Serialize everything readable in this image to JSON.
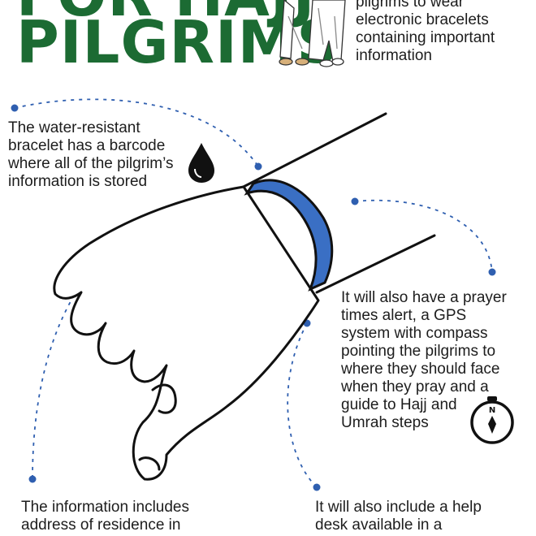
{
  "title": {
    "line1": "FOR HAJJ",
    "line2": "PILGRIMS"
  },
  "intro_text": "pilgrims to wear\nelectronic bracelets\ncontaining important\ninformation",
  "callouts": {
    "barcode": "The water-resistant\nbracelet has a barcode\nwhere all of the pilgrim’s\ninformation is stored",
    "prayer": "It will also have a prayer\ntimes alert, a GPS\nsystem with compass\npointing the pilgrims to\nwhere they should face\nwhen they pray and a\nguide to Hajj and\nUmrah steps",
    "info": "The information includes\naddress of residence in",
    "helpdesk": "It will also include a help\ndesk available in a"
  },
  "colors": {
    "title_green": "#1c6b33",
    "bracelet_blue": "#3a6fc4",
    "dot_blue": "#2f5fb0",
    "line_dark": "#111111"
  },
  "icons": [
    "pilgrim-figures-icon",
    "water-drop-icon",
    "compass-icon",
    "bracelet-icon",
    "wrist-hand-illustration"
  ]
}
